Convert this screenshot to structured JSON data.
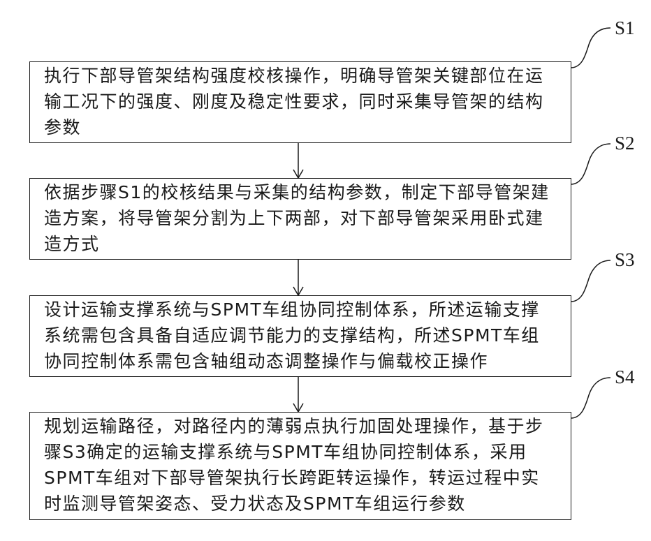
{
  "steps": [
    {
      "label": "S1",
      "lines": [
        "执行下部导管架结构强度校核操作，明确导管架关键部位在运",
        "输工况下的强度、刚度及稳定性要求，同时采集导管架的结构",
        "参数"
      ]
    },
    {
      "label": "S2",
      "lines": [
        "依据步骤S1的校核结果与采集的结构参数，制定下部导管架建",
        "造方案，将导管架分割为上下两部，对下部导管架采用卧式建",
        "造方式"
      ]
    },
    {
      "label": "S3",
      "lines": [
        "设计运输支撑系统与SPMT车组协同控制体系，所述运输支撑",
        "系统需包含具备自适应调节能力的支撑结构，所述SPMT车组",
        "协同控制体系需包含轴组动态调整操作与偏载校正操作"
      ]
    },
    {
      "label": "S4",
      "lines": [
        "规划运输路径，对路径内的薄弱点执行加固处理操作，基于步",
        "骤S3确定的运输支撑系统与SPMT车组协同控制体系，采用",
        "SPMT车组对下部导管架执行长跨距转运操作，转运过程中实",
        "时监测导管架姿态、受力状态及SPMT车组运行参数"
      ]
    }
  ],
  "colors": {
    "stroke": "#1a1a1a",
    "background": "#ffffff"
  }
}
